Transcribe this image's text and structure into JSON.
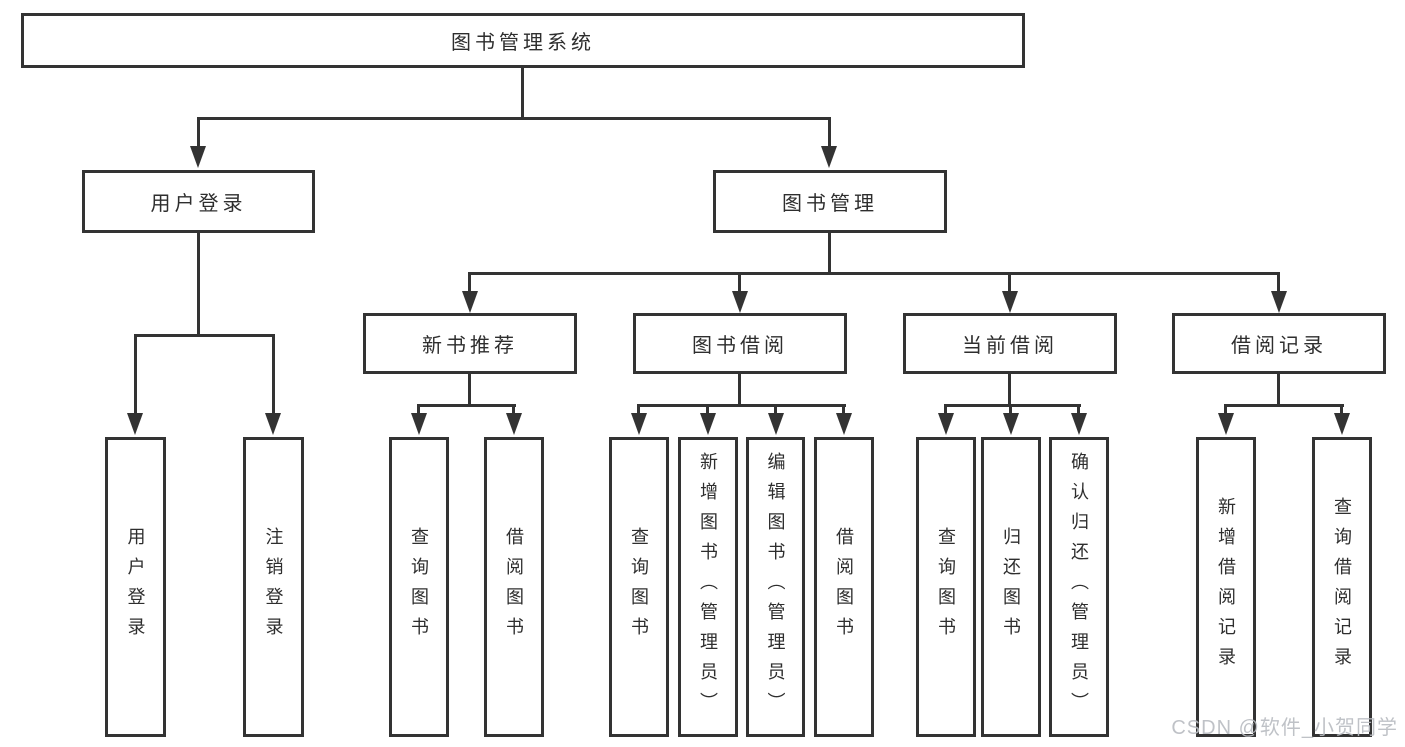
{
  "colors": {
    "line": "#333333",
    "text": "#2e2e2e",
    "background": "#ffffff",
    "watermark": "#b9bcc1"
  },
  "watermark": "CSDN @软件_小贺同学",
  "tree": {
    "root": {
      "label": "图书管理系统"
    },
    "branches": [
      {
        "label": "用户登录",
        "children": [
          {
            "label": "用户登录"
          },
          {
            "label": "注销登录"
          }
        ]
      },
      {
        "label": "图书管理",
        "children": [
          {
            "label": "新书推荐",
            "children": [
              {
                "label": "查询图书"
              },
              {
                "label": "借阅图书"
              }
            ]
          },
          {
            "label": "图书借阅",
            "children": [
              {
                "label": "查询图书"
              },
              {
                "label": "新增图书（管理员）"
              },
              {
                "label": "编辑图书（管理员）"
              },
              {
                "label": "借阅图书"
              }
            ]
          },
          {
            "label": "当前借阅",
            "children": [
              {
                "label": "查询图书"
              },
              {
                "label": "归还图书"
              },
              {
                "label": "确认归还（管理员）"
              }
            ]
          },
          {
            "label": "借阅记录",
            "children": [
              {
                "label": "新增借阅记录"
              },
              {
                "label": "查询借阅记录"
              }
            ]
          }
        ]
      }
    ]
  }
}
